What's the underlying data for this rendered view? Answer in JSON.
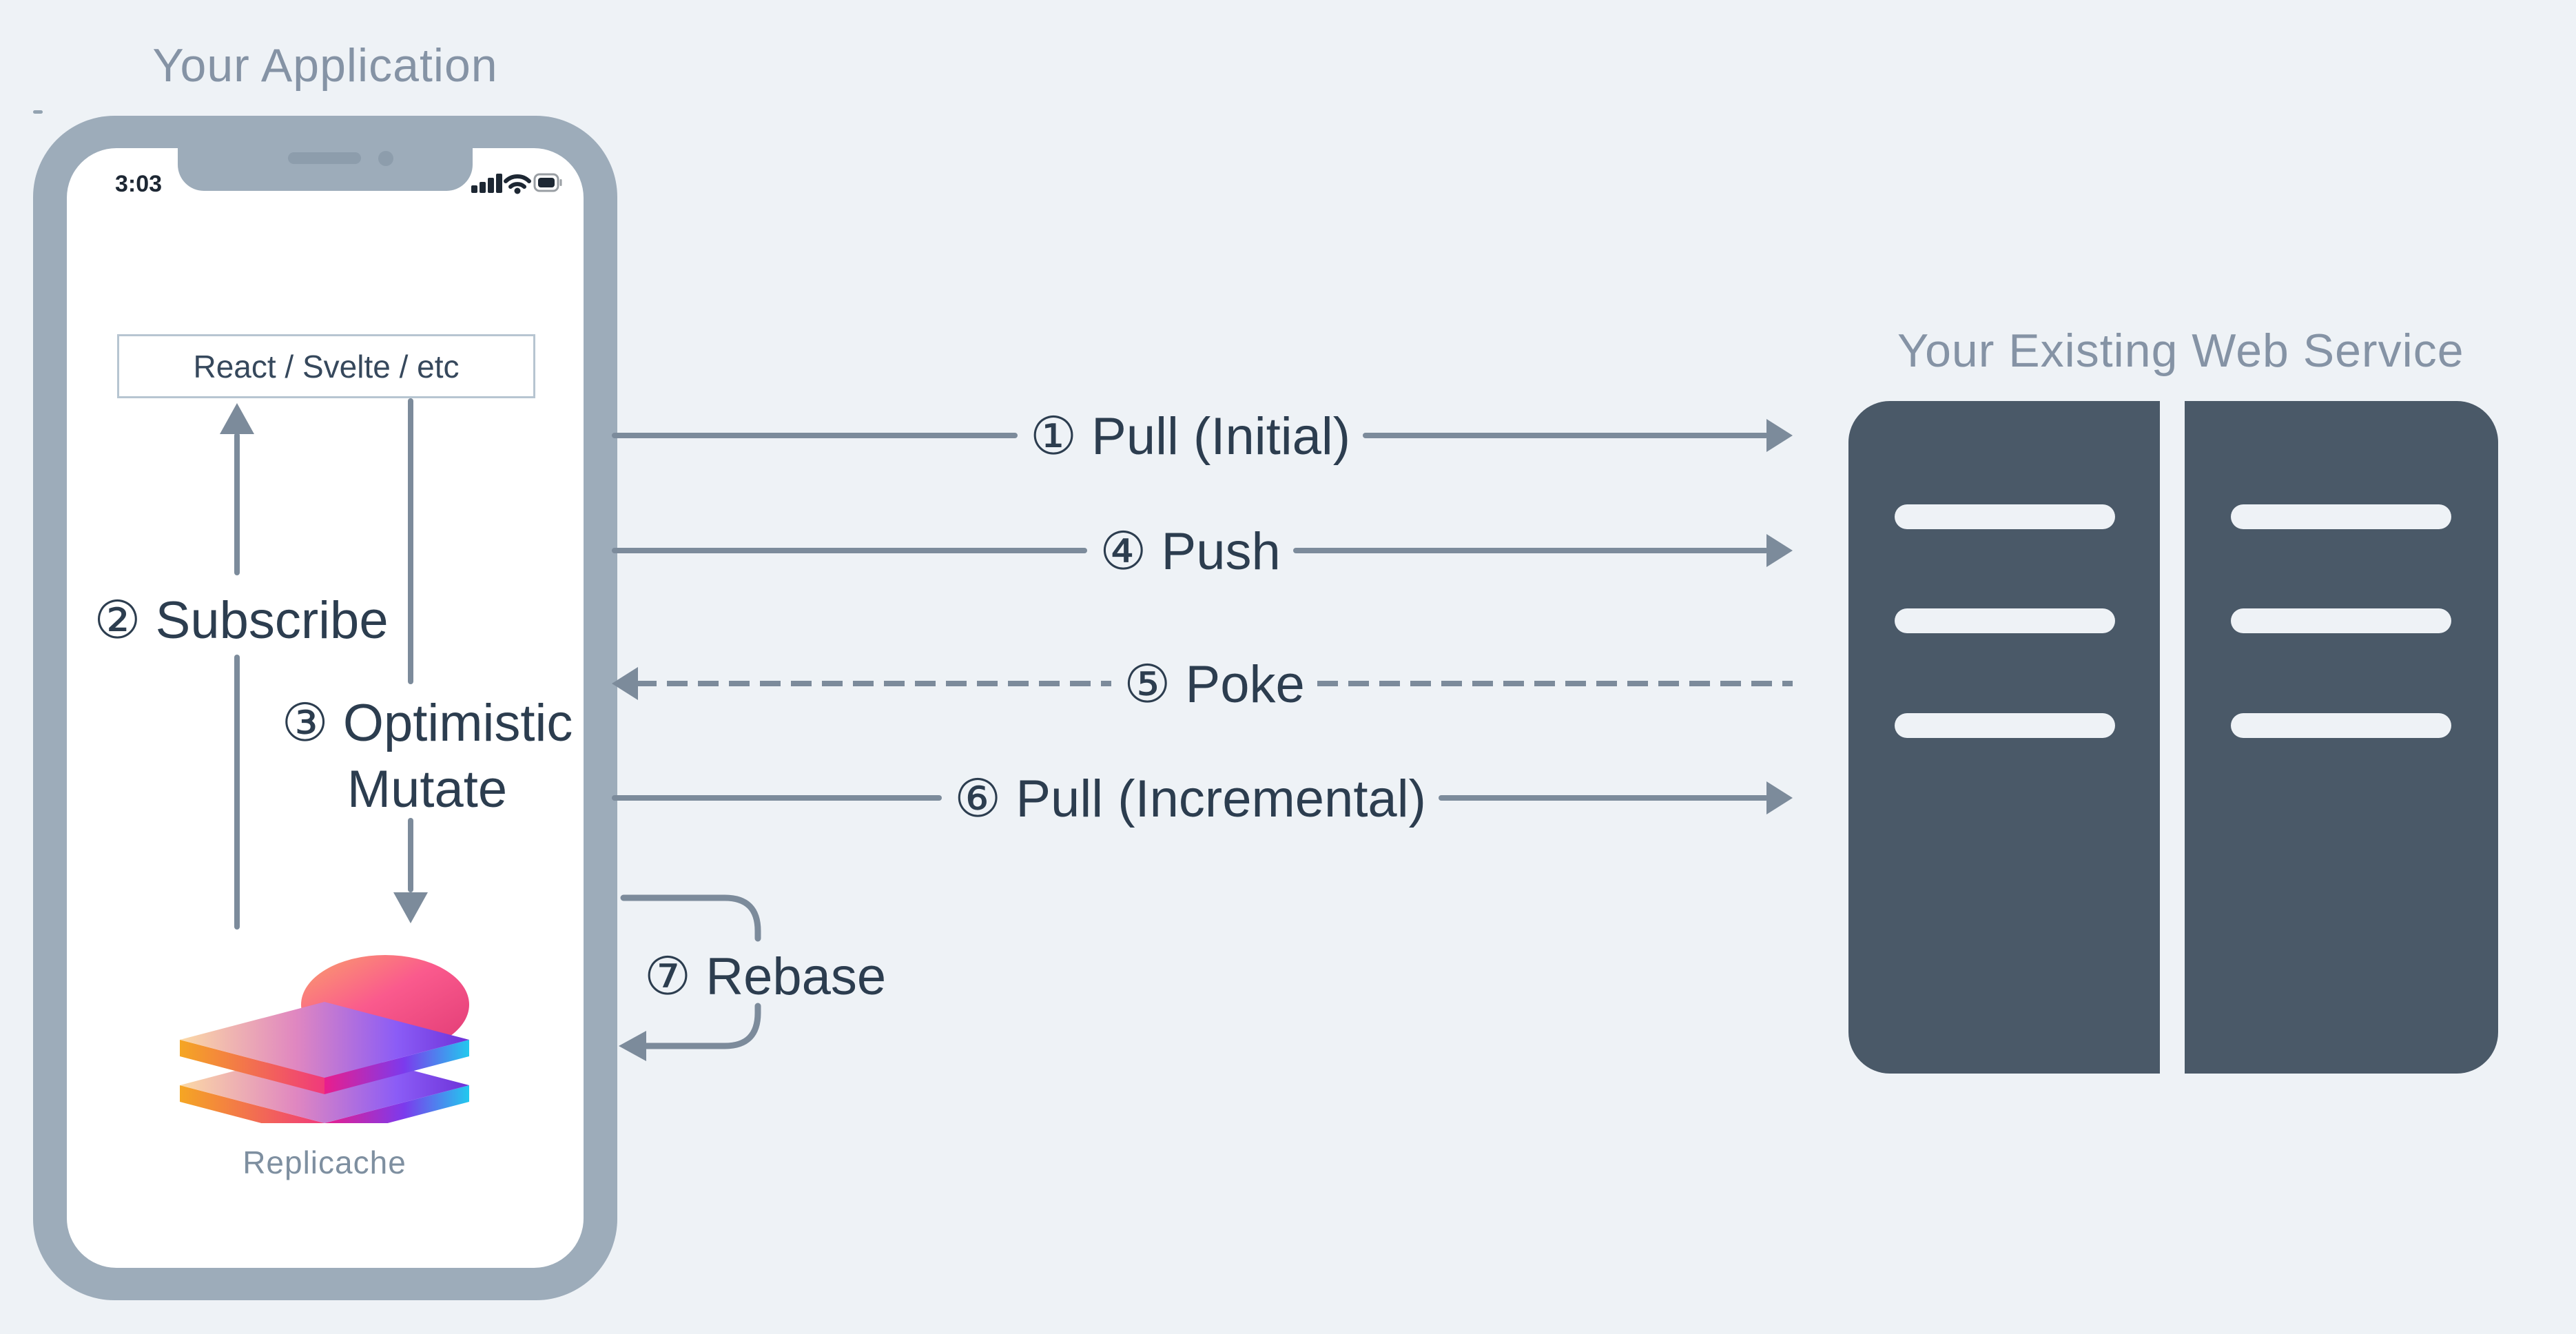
{
  "colors": {
    "bg": "#eef2f6",
    "frame": "#9dacba",
    "arrow": "#7c8b9b",
    "label": "#2c3d4f",
    "heading": "#8593a5",
    "server": "#4a5968",
    "boxborder": "#b7c5d1",
    "status": "#1d2733",
    "logo_pink": "#f0397c",
    "logo_purple": "#8b5cf6",
    "logo_orange": "#f5a623",
    "logo_cyan": "#22c9ee"
  },
  "app": {
    "title": "Your Application",
    "status_time": "3:03",
    "status_icons": [
      "cellular-signal-icon",
      "wifi-icon",
      "battery-icon"
    ],
    "framework_box": "React / Svelte / etc",
    "logo_label": "Replicache"
  },
  "flows": [
    {
      "label": "① Pull (Initial)",
      "direction": "right",
      "style": "solid"
    },
    {
      "label": "② Subscribe",
      "direction": "up",
      "style": "solid"
    },
    {
      "label": "③ Optimistic",
      "label_line2": "Mutate",
      "direction": "down",
      "style": "solid"
    },
    {
      "label": "④ Push",
      "direction": "right",
      "style": "solid"
    },
    {
      "label": "⑤ Poke",
      "direction": "left",
      "style": "dashed"
    },
    {
      "label": "⑥ Pull (Incremental)",
      "direction": "right",
      "style": "solid"
    },
    {
      "label": "⑦ Rebase",
      "direction": "loop",
      "style": "solid"
    }
  ],
  "service": {
    "title": "Your Existing Web Service",
    "server_count": 2,
    "slots_per_server": 3
  }
}
